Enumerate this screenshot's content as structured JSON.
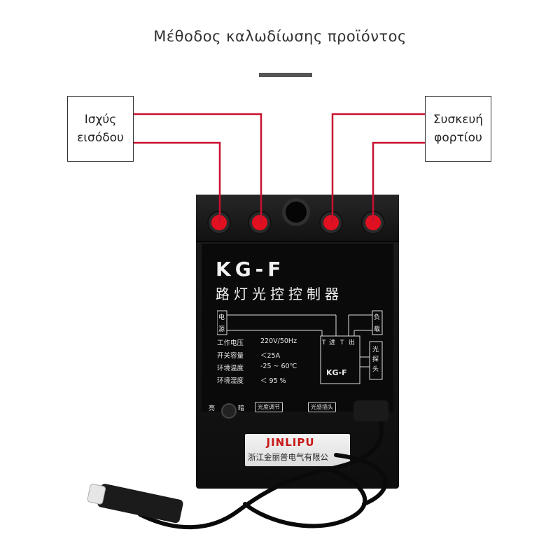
{
  "page_title": "Μέθοδος καλωδίωσης προϊόντος",
  "input_box": {
    "line1": "Ισχύς",
    "line2": "εισόδου"
  },
  "load_box": {
    "line1": "Συσκευή",
    "line2": "φορτίου"
  },
  "device": {
    "model": "KG-F",
    "cn_name": "路灯光控控制器",
    "diagram": {
      "power_label": "电源",
      "load_label": "负载",
      "sensor_label": "光探头",
      "t1": "T",
      "in": "进",
      "t2": "T",
      "out": "出",
      "center_model": "KG-F"
    },
    "specs": [
      {
        "label": "工作电压",
        "value": "220V/50Hz"
      },
      {
        "label": "开关容量",
        "value": "＜25A"
      },
      {
        "label": "环境温度",
        "value": "-25 ~ 60℃"
      },
      {
        "label": "环境湿度",
        "value": "＜  95 %"
      }
    ],
    "knob_bright": "亮",
    "knob_dark": "暗",
    "light_adjust": "光度调节",
    "sensor_plug": "光感插头",
    "brand": "JINLIPU",
    "company": "浙江金丽普电气有限公"
  },
  "colors": {
    "wire": "#c8102e",
    "terminal": "#e01020",
    "device": "#111111"
  }
}
